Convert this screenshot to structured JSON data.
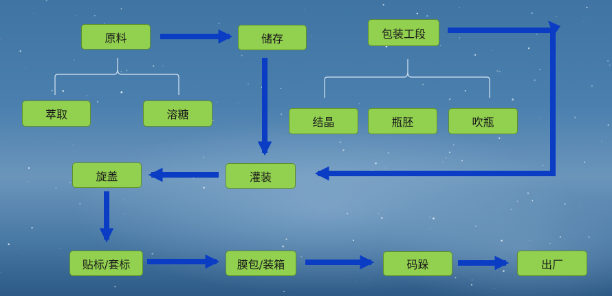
{
  "nodes": {
    "raw_material": "原料",
    "extraction": "萃取",
    "sugar_dissolving": "溶糖",
    "storage": "储存",
    "packaging_section": "包装工段",
    "crystallization": "结晶",
    "bottle_preform": "瓶胚",
    "bottle_blowing": "吹瓶",
    "filling": "灌装",
    "capping": "旋盖",
    "labeling": "贴标/套标",
    "film_wrap_boxing": "膜包/装箱",
    "palletizing": "码跺",
    "dispatch": "出厂"
  },
  "colors": {
    "node_fill": "#92d050",
    "arrow": "#0a3cc4",
    "bracket": "#d9e6f2"
  }
}
